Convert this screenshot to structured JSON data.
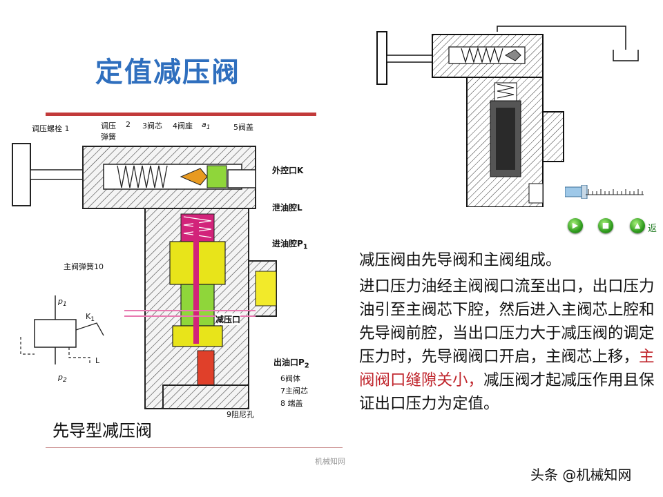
{
  "title": "定值减压阀",
  "left_diagram": {
    "labels": {
      "adjust_screw": "调压螺栓 1",
      "spring_label_1": "调压",
      "spring_label_2": "弹簧",
      "num_2": "2",
      "valve_core": "3阀芯",
      "valve_seat": "4阀座",
      "a1": "a",
      "a1_sub": "1",
      "valve_cover": "5阀盖",
      "external_port": "外控口K",
      "drain_chamber": "泄油腔L",
      "inlet_chamber": "进油腔P",
      "inlet_sub": "1",
      "main_spring": "主阀弹簧10",
      "reduce_port": "减压口",
      "outlet_port": "出油口P",
      "outlet_sub": "2",
      "valve_body": "6阀体",
      "main_core": "7主阀芯",
      "end_cover": "8 端盖",
      "damper": "9阻尼孔",
      "sym_p1": "p",
      "sym_p1_sub": "1",
      "sym_k": "K",
      "sym_k_sub": "1",
      "sym_l": "L",
      "sym_p2": "p",
      "sym_p2_sub": "2"
    },
    "caption": "先导型减压阀"
  },
  "description": {
    "paragraph1": "减压阀由先导阀和主阀组成。",
    "paragraph2_before": "进口压力油经主阀阀口流至出口，出口压力油引至主阀芯下腔，然后进入主阀芯上腔和先导阀前腔，当出口压力大于减压阀的调定压力时，先导阀阀口开启，主阀芯上移，",
    "paragraph2_highlight": "主阀阀口缝隙关小，",
    "paragraph2_after": "减压阀才起减压作用且保证出口压力为定值。"
  },
  "navigation": {
    "back_label": "返"
  },
  "watermark": "机械知网",
  "credit": "头条 @机械知网",
  "colors": {
    "title": "#2f6fbe",
    "accent_line": "#c23a3a",
    "highlight_text": "#c0262d",
    "spool_yellow": "#e8e41a",
    "spool_green": "#8fd63a",
    "spring_magenta": "#d2237a",
    "damper_red": "#e0402a"
  }
}
